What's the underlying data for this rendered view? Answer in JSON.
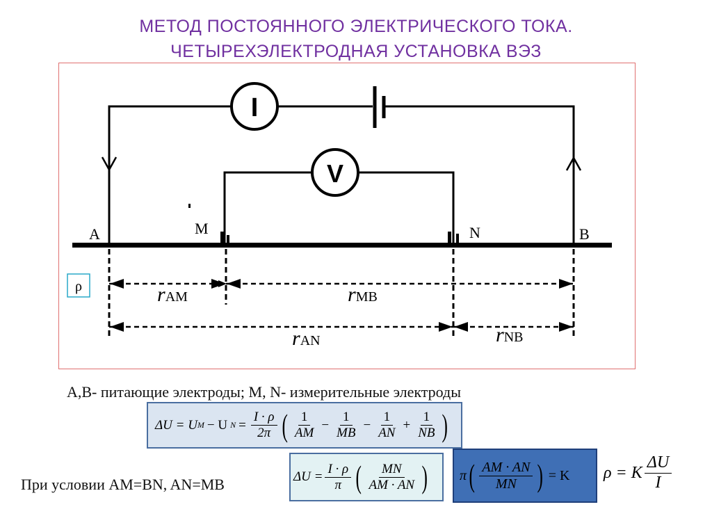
{
  "title": {
    "line1": "МЕТОД  ПОСТОЯННОГО  ЭЛЕКТРИЧЕСКОГО ТОКА.",
    "line2": "ЧЕТЫРЕХЭЛЕКТРОДНАЯ  УСТАНОВКА ВЭЗ"
  },
  "diagram": {
    "ammeter_label": "I",
    "voltmeter_label": "V",
    "electrode_a": "A",
    "electrode_m": "M",
    "electrode_n": "N",
    "electrode_b": "B",
    "rho_label": "ρ",
    "r_letter": "r",
    "r_am_sub": "AM",
    "r_mb_sub": "MB",
    "r_an_sub": "AN",
    "r_nb_sub": "NB"
  },
  "caption": "A,B- питающие электроды; M, N- измерительные электроды",
  "condition": "При условии AM=BN,  AN=MB",
  "formulas": {
    "f1": {
      "lhs": "ΔU = U",
      "um_sub": "M",
      "minus": "− U",
      "un_sub": "N",
      "eq": "=",
      "num": "I · ρ",
      "den": "2π",
      "one": "1",
      "am": "AM",
      "mb": "MB",
      "an": "AN",
      "nb": "NB"
    },
    "f2": {
      "lhs": "ΔU =",
      "num": "I · ρ",
      "den": "π",
      "inner_num": "MN",
      "inner_den": "AM · AN"
    },
    "f3": {
      "pi": "π",
      "num": "AM · AN",
      "den": "MN",
      "rhs": "= K"
    },
    "f4": {
      "lhs": "ρ = K",
      "num": "ΔU",
      "den": "I"
    }
  }
}
